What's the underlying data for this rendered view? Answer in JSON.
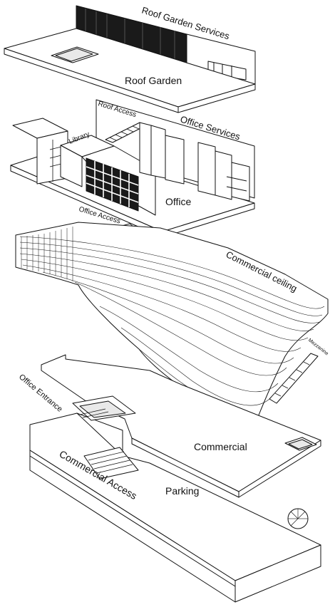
{
  "labels": {
    "roof_garden_services": "Roof Garden Services",
    "roof_garden": "Roof Garden",
    "roof_access": "Roof Access",
    "office_services": "Office Services",
    "library": "Library",
    "office": "Office",
    "office_access": "Office Access",
    "commercial_ceiling": "Commercial ceiling",
    "mezzanine": "Mezzanine",
    "office_entrance": "Office Entrance",
    "commercial": "Commercial",
    "parking": "Parking",
    "commercial_access": "Commercial Access"
  },
  "colors": {
    "line": "#111111",
    "surface": "#ffffff",
    "shade": "#e9e9e9",
    "dark": "#1a1a1a"
  }
}
